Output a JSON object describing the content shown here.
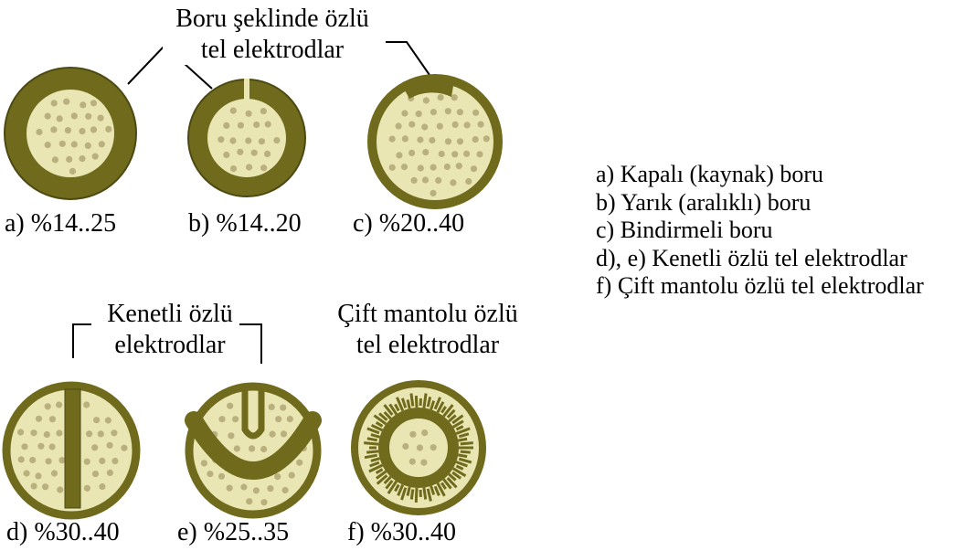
{
  "groups": {
    "tube": [
      "Boru şeklinde özlü",
      "tel elektrodlar"
    ],
    "interlocked": [
      "Kenetli özlü",
      "elektrodlar"
    ],
    "double_sheath": [
      "Çift mantolu özlü",
      "tel elektrodlar"
    ]
  },
  "electrodes": [
    {
      "id": "a",
      "label": "a) %14..25",
      "type": "closed-tube"
    },
    {
      "id": "b",
      "label": "b) %14..20",
      "type": "slit-tube"
    },
    {
      "id": "c",
      "label": "c) %20..40",
      "type": "overlap-tube"
    },
    {
      "id": "d",
      "label": "d) %30..40",
      "type": "interlocked-straight"
    },
    {
      "id": "e",
      "label": "e) %25..35",
      "type": "interlocked-u"
    },
    {
      "id": "f",
      "label": "f) %30..40",
      "type": "double-sheath"
    }
  ],
  "legend": [
    "a) Kapalı (kaynak) boru",
    "b) Yarık (aralıklı) boru",
    "c) Bindirmeli boru",
    "d), e) Kenetli özlü tel elektrodlar",
    "f) Çift mantolu özlü tel elektrodlar"
  ],
  "colors": {
    "sheath": "#6f6a1c",
    "sheath_dark": "#4c4a12",
    "core": "#e9e6b4",
    "dot": "#b9b07e",
    "text": "#000000"
  }
}
